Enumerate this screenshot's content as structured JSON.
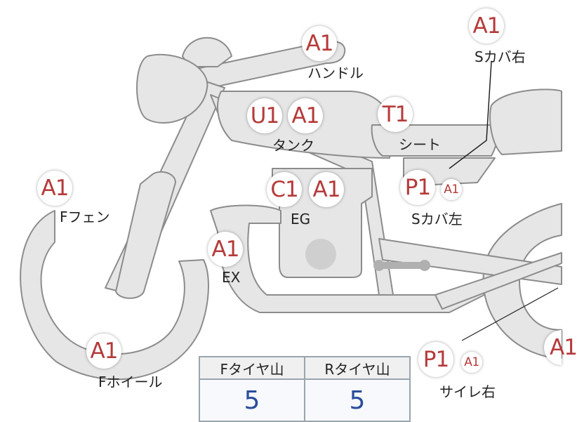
{
  "colors": {
    "accent": "#b53a3a",
    "body": "#e6e6e6",
    "outline": "#8c8c8c",
    "value": "#2a4d9c"
  },
  "parts": [
    {
      "id": "handle",
      "label": "ハンドル",
      "badges": [
        {
          "code": "A1",
          "size": "big"
        }
      ]
    },
    {
      "id": "s-cover-right",
      "label": "Sカバ右",
      "badges": [
        {
          "code": "A1",
          "size": "big"
        }
      ]
    },
    {
      "id": "tank",
      "label": "タンク",
      "badges": [
        {
          "code": "U1",
          "size": "big"
        },
        {
          "code": "A1",
          "size": "big"
        }
      ]
    },
    {
      "id": "seat",
      "label": "シート",
      "badges": [
        {
          "code": "T1",
          "size": "big"
        }
      ]
    },
    {
      "id": "f-fender",
      "label": "Fフェン",
      "badges": [
        {
          "code": "A1",
          "size": "big"
        }
      ]
    },
    {
      "id": "engine",
      "label": "EG",
      "badges": [
        {
          "code": "C1",
          "size": "big"
        },
        {
          "code": "A1",
          "size": "big"
        }
      ]
    },
    {
      "id": "s-cover-left",
      "label": "Sカバ左",
      "badges": [
        {
          "code": "P1",
          "size": "big"
        },
        {
          "code": "A1",
          "size": "small"
        }
      ]
    },
    {
      "id": "exhaust",
      "label": "EX",
      "badges": [
        {
          "code": "A1",
          "size": "big"
        }
      ]
    },
    {
      "id": "f-wheel",
      "label": "Fホイール",
      "badges": [
        {
          "code": "A1",
          "size": "big"
        }
      ]
    },
    {
      "id": "muffler-right",
      "label": "サイレ右",
      "badges": [
        {
          "code": "P1",
          "size": "big"
        },
        {
          "code": "A1",
          "size": "small"
        }
      ]
    },
    {
      "id": "r-edge",
      "label": "",
      "badges": [
        {
          "code": "A1",
          "size": "big"
        }
      ]
    }
  ],
  "tire_table": {
    "headers": [
      "Fタイヤ山",
      "Rタイヤ山"
    ],
    "values": [
      "5",
      "5"
    ]
  }
}
